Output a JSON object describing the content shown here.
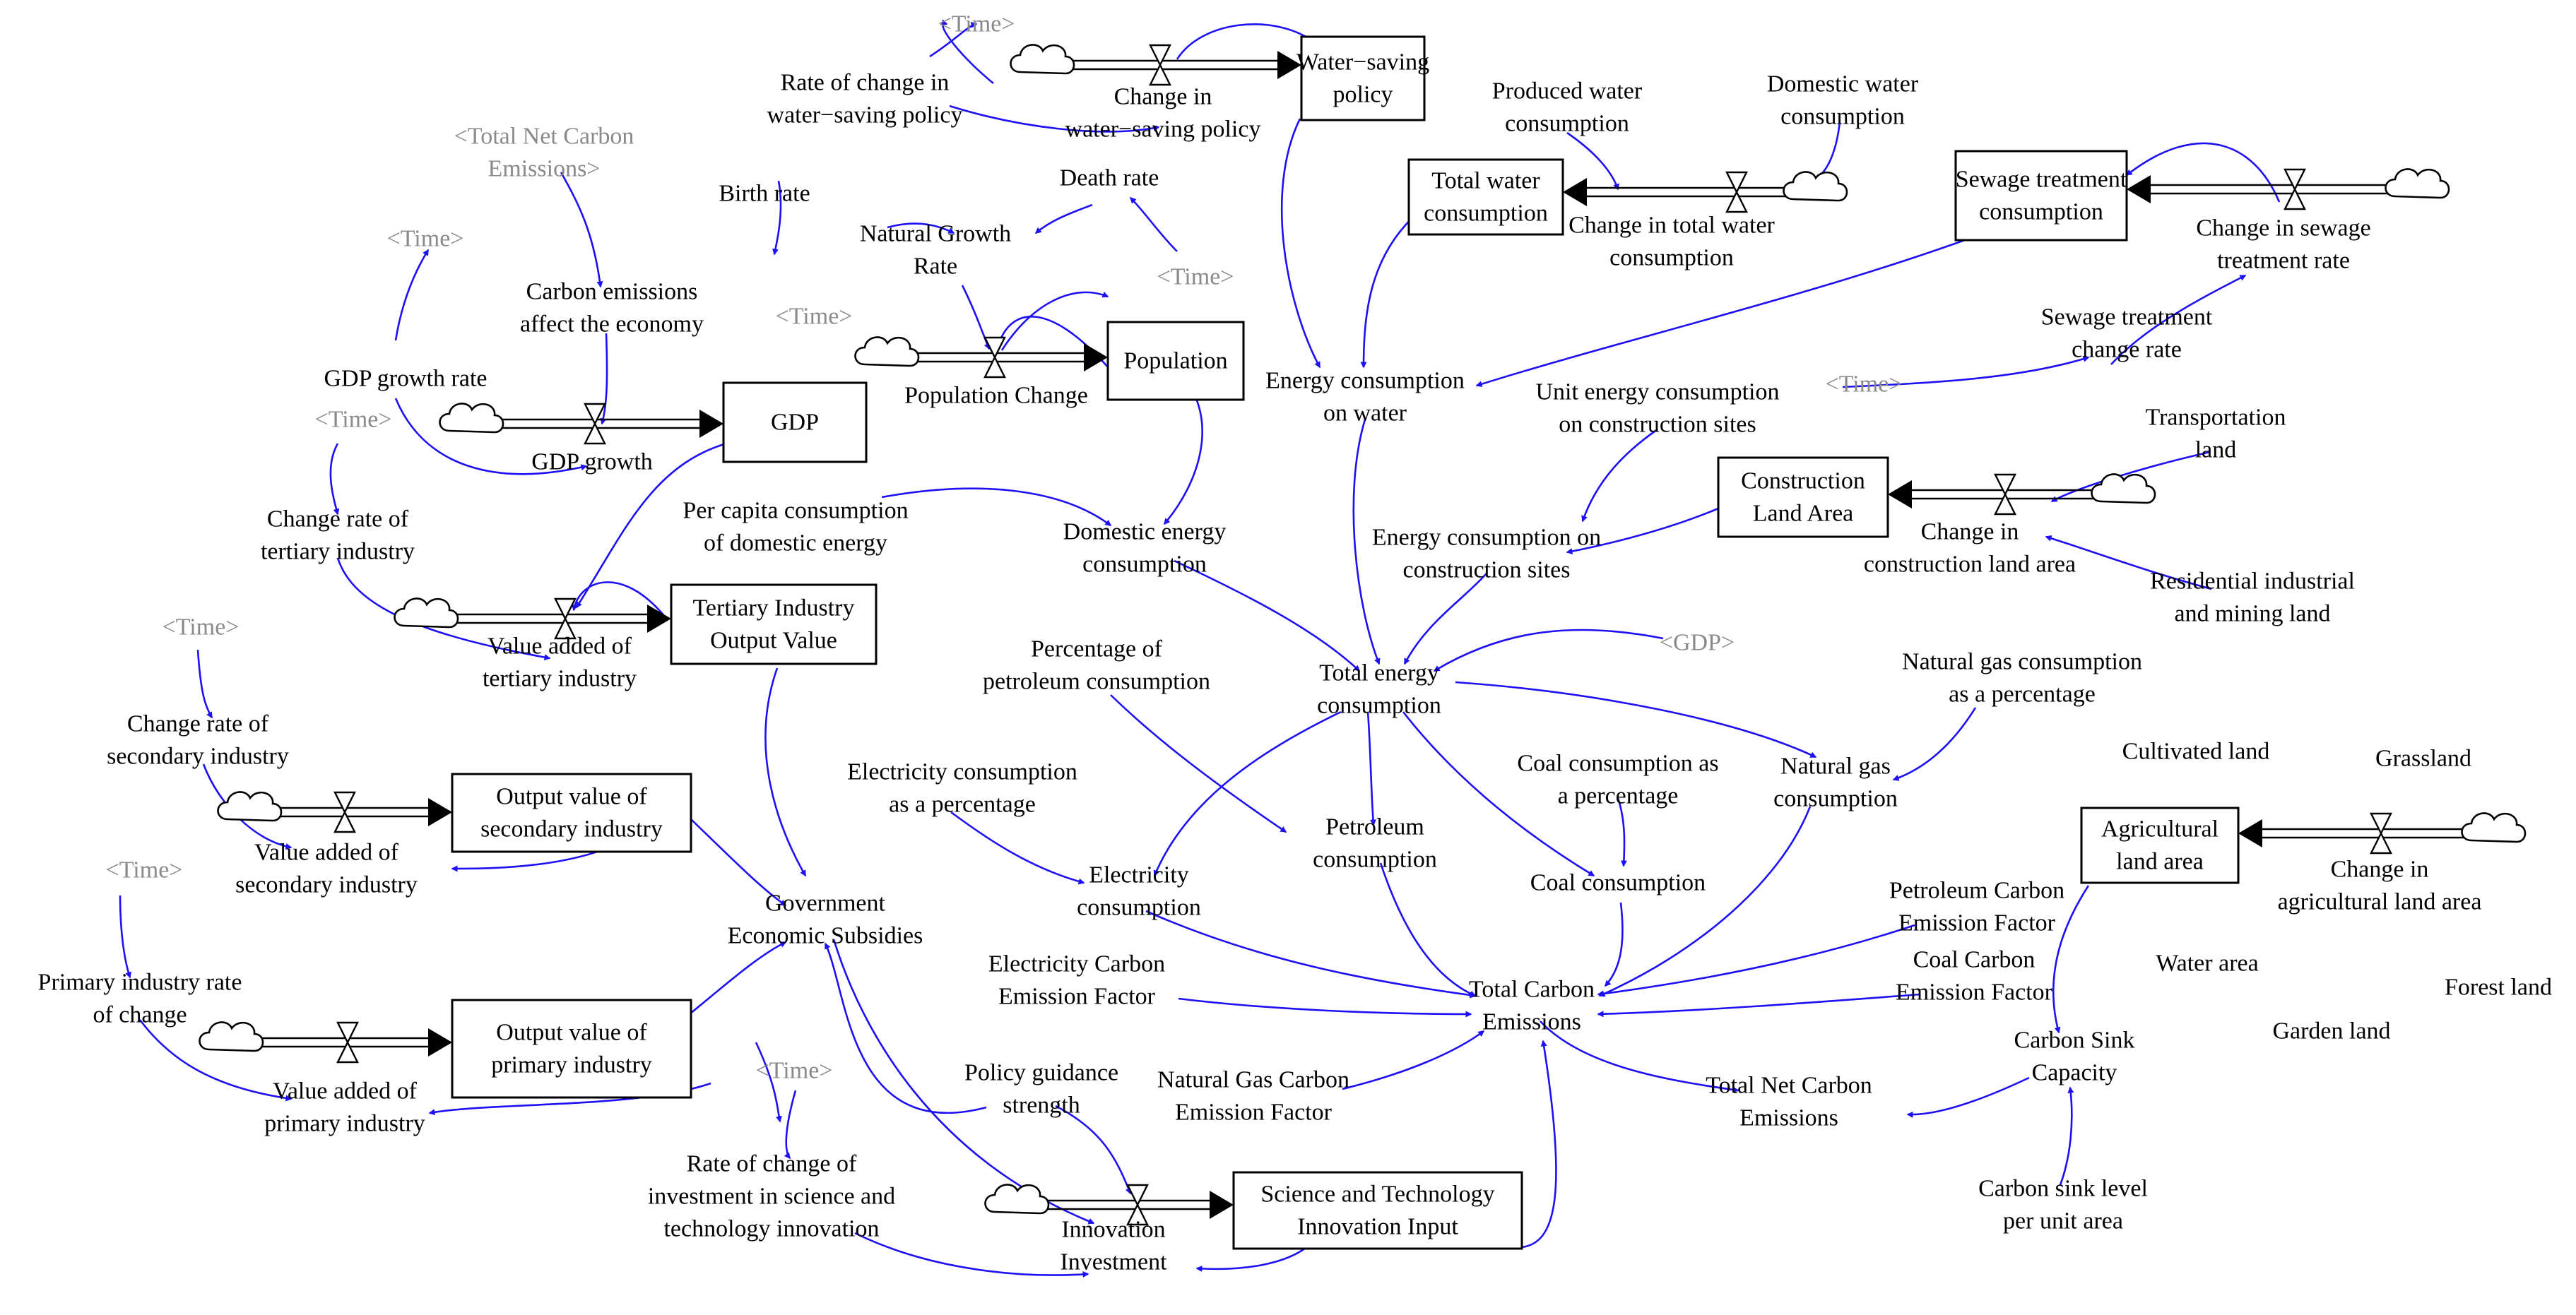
{
  "diagram": {
    "stocks": {
      "water_saving_policy": [
        "Water−saving",
        "policy"
      ],
      "total_water_consumption": [
        "Total water",
        "consumption"
      ],
      "sewage_treatment_consumption": [
        "Sewage treatment",
        "consumption"
      ],
      "gdp": [
        "GDP"
      ],
      "population": [
        "Population"
      ],
      "construction_land_area": [
        "Construction",
        "Land Area"
      ],
      "tertiary_industry_output_value": [
        "Tertiary Industry",
        "Output Value"
      ],
      "output_value_secondary": [
        "Output value of",
        "secondary industry"
      ],
      "output_value_primary": [
        "Output value of",
        "primary industry"
      ],
      "agricultural_land_area": [
        "Agricultural",
        "land area"
      ],
      "science_tech_innovation_input": [
        "Science and Technology",
        "Innovation Input"
      ]
    },
    "flows": {
      "change_water_saving_policy": [
        "Change in",
        "water−saving policy"
      ],
      "change_total_water": [
        "Change in total water",
        "consumption"
      ],
      "change_sewage": [
        "Change in sewage",
        "treatment rate"
      ],
      "gdp_growth": [
        "GDP growth"
      ],
      "population_change": [
        "Population Change"
      ],
      "change_construction_land": [
        "Change in",
        "construction land area"
      ],
      "value_added_tertiary": [
        "Value added of",
        "tertiary industry"
      ],
      "value_added_secondary": [
        "Value added of",
        "secondary industry"
      ],
      "value_added_primary": [
        "Value added of",
        "primary industry"
      ],
      "change_agricultural_land": [
        "Change in",
        "agricultural land area"
      ],
      "innovation_investment": [
        "Innovation",
        "Investment"
      ]
    },
    "variables": {
      "rate_change_water_saving": [
        "Rate of change in",
        "water−saving policy"
      ],
      "produced_water": [
        "Produced water",
        "consumption"
      ],
      "domestic_water": [
        "Domestic water",
        "consumption"
      ],
      "total_net_carbon_shadow": [
        "<Total Net Carbon",
        "Emissions>"
      ],
      "birth_rate": [
        "Birth rate"
      ],
      "death_rate": [
        "Death rate"
      ],
      "natural_growth_rate": [
        "Natural Growth",
        "Rate"
      ],
      "carbon_affects_economy": [
        "Carbon emissions",
        "affect the economy"
      ],
      "gdp_growth_rate": [
        "GDP growth rate"
      ],
      "energy_on_water": [
        "Energy consumption",
        "on water"
      ],
      "unit_energy_construction": [
        "Unit energy consumption",
        "on construction sites"
      ],
      "sewage_change_rate": [
        "Sewage treatment",
        "change rate"
      ],
      "transportation_land": [
        "Transportation",
        "land"
      ],
      "change_rate_tertiary": [
        "Change rate of",
        "tertiary industry"
      ],
      "per_capita_domestic_energy": [
        "Per capita consumption",
        "of domestic energy"
      ],
      "domestic_energy": [
        "Domestic energy",
        "consumption"
      ],
      "energy_construction_sites": [
        "Energy consumption on",
        "construction sites"
      ],
      "residential_land": [
        "Residential industrial",
        "and mining land"
      ],
      "percentage_petroleum": [
        "Percentage of",
        "petroleum consumption"
      ],
      "total_energy": [
        "Total energy",
        "consumption"
      ],
      "natural_gas_pct": [
        "Natural gas consumption",
        "as a percentage"
      ],
      "change_rate_secondary": [
        "Change rate of",
        "secondary industry"
      ],
      "electricity_pct": [
        "Electricity consumption",
        "as a percentage"
      ],
      "coal_pct": [
        "Coal consumption as",
        "a percentage"
      ],
      "natural_gas_consumption": [
        "Natural gas",
        "consumption"
      ],
      "cultivated_land": [
        "Cultivated land"
      ],
      "grassland": [
        "Grassland"
      ],
      "petroleum_consumption": [
        "Petroleum",
        "consumption"
      ],
      "electricity_consumption": [
        "Electricity",
        "consumption"
      ],
      "coal_consumption": [
        "Coal consumption"
      ],
      "government_subsidies": [
        "Government",
        "Economic Subsidies"
      ],
      "petroleum_cef": [
        "Petroleum Carbon",
        "Emission Factor"
      ],
      "primary_rate": [
        "Primary industry rate",
        "of change"
      ],
      "electricity_cef": [
        "Electricity Carbon",
        "Emission Factor"
      ],
      "total_carbon": [
        "Total Carbon",
        "Emissions"
      ],
      "coal_cef": [
        "Coal Carbon",
        "Emission Factor"
      ],
      "water_area": [
        "Water area"
      ],
      "forest_land": [
        "Forest land"
      ],
      "garden_land": [
        "Garden land"
      ],
      "carbon_sink_capacity": [
        "Carbon Sink",
        "Capacity"
      ],
      "policy_guidance": [
        "Policy guidance",
        "strength"
      ],
      "natural_gas_cef": [
        "Natural Gas Carbon",
        "Emission Factor"
      ],
      "total_net_carbon": [
        "Total Net Carbon",
        "Emissions"
      ],
      "rate_change_investment": [
        "Rate of change of",
        "investment in science and",
        "technology innovation"
      ],
      "carbon_sink_level": [
        "Carbon sink level",
        "per unit area"
      ]
    },
    "shadow_time": [
      "<Time>"
    ],
    "shadow_gdp": [
      "<GDP>"
    ]
  },
  "colors": {
    "link_arrow": "#1d10f5",
    "shadow_text": "#8a8a8a",
    "stock_border": "#000000",
    "background": "#ffffff"
  }
}
